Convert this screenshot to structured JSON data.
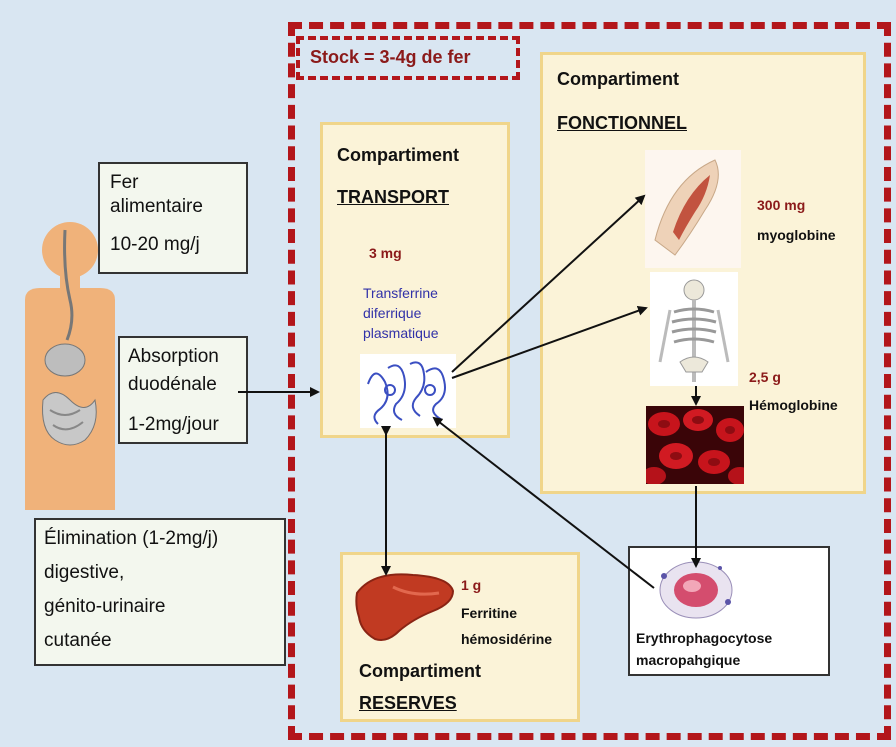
{
  "stock": {
    "label": "Stock = 3-4g de fer"
  },
  "diet_box": {
    "line1": "Fer",
    "line2": "alimentaire",
    "line3": "10-20 mg/j"
  },
  "absorption_box": {
    "line1": "Absorption",
    "line2": "duodénale",
    "line3": "1-2mg/jour"
  },
  "elimination_box": {
    "line1": "Élimination (1-2mg/j)",
    "line2": "digestive,",
    "line3": "génito-urinaire",
    "line4": "cutanée"
  },
  "transport": {
    "title": "Compartiment",
    "subtitle": "TRANSPORT",
    "amount": "3 mg",
    "desc1": "Transferrine",
    "desc2": "diferrique",
    "desc3": "plasmatique"
  },
  "functional": {
    "title": "Compartiment",
    "subtitle": "FONCTIONNEL",
    "myo_amount": "300 mg",
    "myo_label": "myoglobine",
    "hb_amount": "2,5 g",
    "hb_label": "Hémoglobine"
  },
  "reserves": {
    "amount": "1 g",
    "label1": "Ferritine",
    "label2": "hémosidérine",
    "title": "Compartiment",
    "subtitle": "RESERVES"
  },
  "macrophage": {
    "label1": "Erythrophagocytose",
    "label2": "macropahgique"
  },
  "icons": [
    "human-body-icon",
    "muscle-icon",
    "skeleton-icon",
    "red-blood-cells-icon",
    "liver-icon",
    "macrophage-icon",
    "transferrin-molecule-icon"
  ],
  "colors": {
    "background": "#d9e6f2",
    "frame": "#b3161b",
    "panel": "#fbf3d8",
    "panel_border": "#f0d58a",
    "amount": "#8b1a1a",
    "transferrin_text": "#3131a8"
  }
}
